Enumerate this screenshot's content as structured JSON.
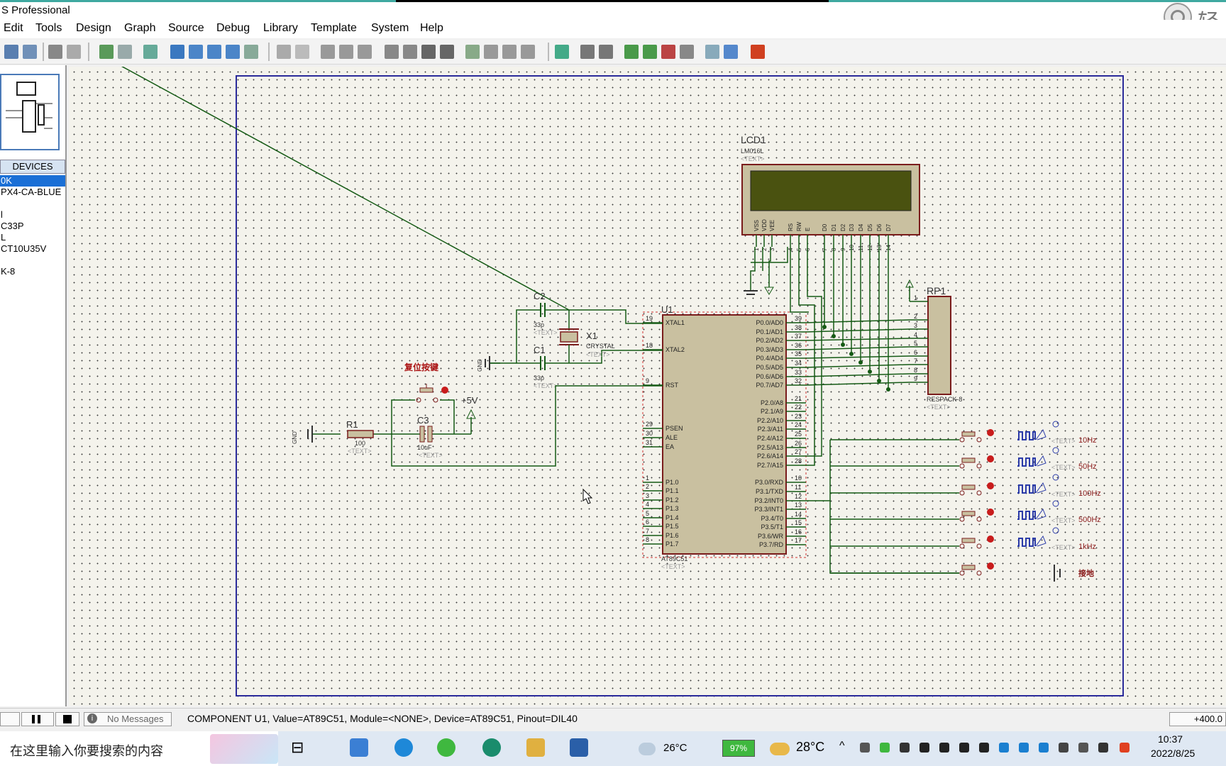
{
  "window": {
    "title": "S Professional"
  },
  "floating": {
    "text": "轻"
  },
  "menu": [
    "Edit",
    "Tools",
    "Design",
    "Graph",
    "Source",
    "Debug",
    "Library",
    "Template",
    "System",
    "Help"
  ],
  "panel": {
    "devices_header": "DEVICES",
    "devices": [
      "0K",
      "PX4-CA-BLUE",
      "",
      "l",
      "C33P",
      "L",
      "CT10U35V",
      "",
      "K-8"
    ],
    "selected_index": 0
  },
  "schematic": {
    "lcd": {
      "ref": "LCD1",
      "part": "LM016L",
      "text": "<TEXT>",
      "pins": [
        "VSS",
        "VDD",
        "VEE",
        "RS",
        "RW",
        "E",
        "D0",
        "D1",
        "D2",
        "D3",
        "D4",
        "D5",
        "D6",
        "D7"
      ],
      "pin_numbers": [
        "1",
        "2",
        "3",
        "4",
        "5",
        "6",
        "7",
        "8",
        "9",
        "10",
        "11",
        "12",
        "13",
        "14"
      ]
    },
    "u1": {
      "ref": "U1",
      "part": "AT89C51",
      "text": "<TEXT>",
      "left_pins": [
        {
          "n": "19",
          "name": "XTAL1"
        },
        {
          "n": "18",
          "name": "XTAL2"
        },
        {
          "n": "9",
          "name": "RST"
        },
        {
          "n": "29",
          "name": "PSEN"
        },
        {
          "n": "30",
          "name": "ALE"
        },
        {
          "n": "31",
          "name": "EA"
        },
        {
          "n": "1",
          "name": "P1.0"
        },
        {
          "n": "2",
          "name": "P1.1"
        },
        {
          "n": "3",
          "name": "P1.2"
        },
        {
          "n": "4",
          "name": "P1.3"
        },
        {
          "n": "5",
          "name": "P1.4"
        },
        {
          "n": "6",
          "name": "P1.5"
        },
        {
          "n": "7",
          "name": "P1.6"
        },
        {
          "n": "8",
          "name": "P1.7"
        }
      ],
      "right_pins": [
        {
          "n": "39",
          "name": "P0.0/AD0"
        },
        {
          "n": "38",
          "name": "P0.1/AD1"
        },
        {
          "n": "37",
          "name": "P0.2/AD2"
        },
        {
          "n": "36",
          "name": "P0.3/AD3"
        },
        {
          "n": "35",
          "name": "P0.4/AD4"
        },
        {
          "n": "34",
          "name": "P0.5/AD5"
        },
        {
          "n": "33",
          "name": "P0.6/AD6"
        },
        {
          "n": "32",
          "name": "P0.7/AD7"
        },
        {
          "n": "21",
          "name": "P2.0/A8"
        },
        {
          "n": "22",
          "name": "P2.1/A9"
        },
        {
          "n": "23",
          "name": "P2.2/A10"
        },
        {
          "n": "24",
          "name": "P2.3/A11"
        },
        {
          "n": "25",
          "name": "P2.4/A12"
        },
        {
          "n": "26",
          "name": "P2.5/A13"
        },
        {
          "n": "27",
          "name": "P2.6/A14"
        },
        {
          "n": "28",
          "name": "P2.7/A15"
        },
        {
          "n": "10",
          "name": "P3.0/RXD"
        },
        {
          "n": "11",
          "name": "P3.1/TXD"
        },
        {
          "n": "12",
          "name": "P3.2/INT0"
        },
        {
          "n": "13",
          "name": "P3.3/INT1"
        },
        {
          "n": "14",
          "name": "P3.4/T0"
        },
        {
          "n": "15",
          "name": "P3.5/T1"
        },
        {
          "n": "16",
          "name": "P3.6/WR"
        },
        {
          "n": "17",
          "name": "P3.7/RD"
        }
      ]
    },
    "rp1": {
      "ref": "RP1",
      "part": "RESPACK-8",
      "text": "<TEXT>",
      "pins": [
        "1",
        "2",
        "3",
        "4",
        "5",
        "6",
        "7",
        "8",
        "9"
      ]
    },
    "c1": {
      "ref": "C1",
      "value": "33p",
      "text": "<TEXT>"
    },
    "c2": {
      "ref": "C2",
      "value": "33p",
      "text": "<TEXT>"
    },
    "c3": {
      "ref": "C3",
      "value": "10uF",
      "text": "<TEXT>"
    },
    "x1": {
      "ref": "X1",
      "value": "CRYSTAL",
      "text": "<TEXT>"
    },
    "r1": {
      "ref": "R1",
      "value": "100",
      "text": "<TEXT>"
    },
    "gnd": "GND",
    "vcc": "+5V",
    "reset_label": "复位按键",
    "freq_labels": [
      "10Hz",
      "50Hz",
      "100Hz",
      "500Hz",
      "1kHz"
    ],
    "ground_label": "接地",
    "gen_text": "<TEXT>"
  },
  "status": {
    "messages": "No Messages",
    "info": "COMPONENT U1, Value=AT89C51, Module=<NONE>, Device=AT89C51, Pinout=DIL40",
    "coord": "+400.0"
  },
  "taskbar": {
    "search_placeholder": "在这里输入你要搜索的内容",
    "weather1": "26°C",
    "battery": "97%",
    "weather2": "28°C",
    "time": "10:37",
    "date": "2022/8/25"
  }
}
